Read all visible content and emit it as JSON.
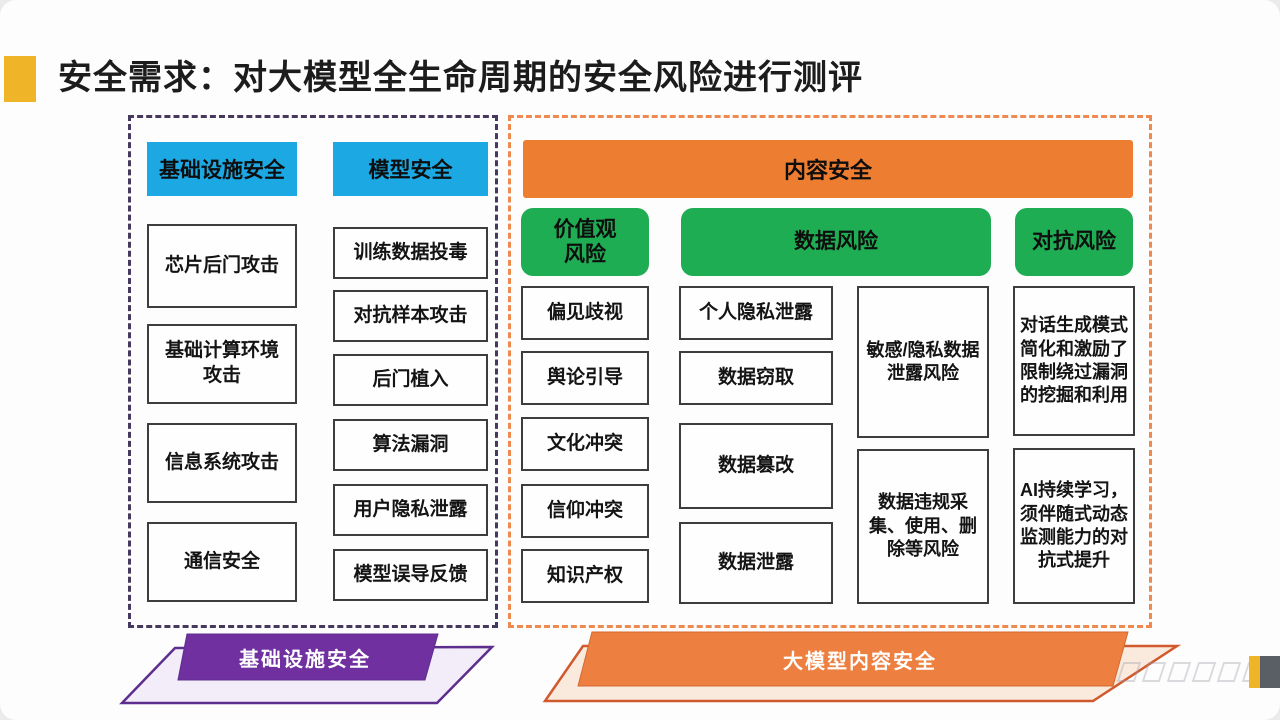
{
  "title": "安全需求：对大模型全生命周期的安全风险进行测评",
  "infrastructure_panel": {
    "infrastructure_column": {
      "header": "基础设施安全",
      "items": [
        "芯片后门攻击",
        "基础计算环境攻击",
        "信息系统攻击",
        "通信安全"
      ]
    },
    "model_column": {
      "header": "模型安全",
      "items": [
        "训练数据投毒",
        "对抗样本攻击",
        "后门植入",
        "算法漏洞",
        "用户隐私泄露",
        "模型误导反馈"
      ]
    },
    "footer_label": "基础设施安全"
  },
  "content_panel": {
    "header": "内容安全",
    "values_group": {
      "header": "价值观风险",
      "items": [
        "偏见歧视",
        "舆论引导",
        "文化冲突",
        "信仰冲突",
        "知识产权"
      ]
    },
    "data_group": {
      "header": "数据风险",
      "left_items": [
        "个人隐私泄露",
        "数据窃取",
        "数据篡改",
        "数据泄露"
      ],
      "right_items": [
        "敏感/隐私数据泄露风险",
        "数据违规采集、使用、删除等风险"
      ]
    },
    "adversarial_group": {
      "header": "对抗风险",
      "items": [
        "对话生成模式简化和激励了限制绕过漏洞的挖掘和利用",
        "AI持续学习，须伴随式动态监测能力的对抗式提升"
      ]
    },
    "footer_label": "大模型内容安全"
  },
  "colors": {
    "title_marker": "#f0b429",
    "blue_header": "#1ba8e3",
    "orange_header": "#ed7d31",
    "green_header": "#1fad53",
    "infra_dash_border": "#453a5e",
    "content_dash_border": "#ee8a50",
    "purple_banner": "#7030a0",
    "orange_banner": "#ed8040"
  }
}
